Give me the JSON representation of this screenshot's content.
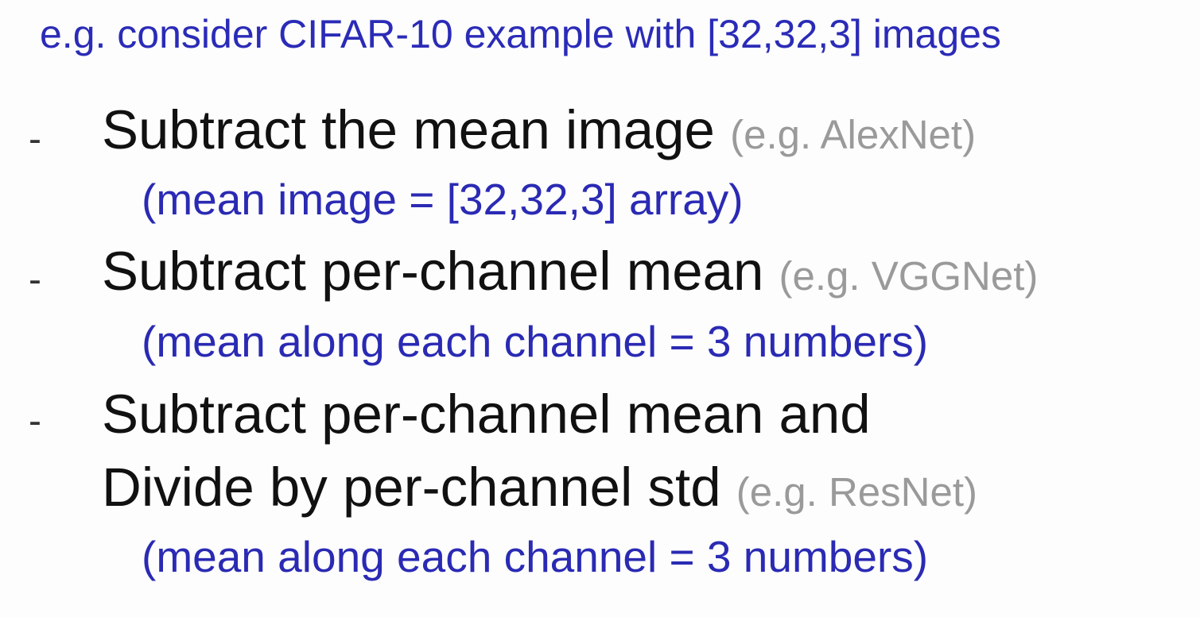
{
  "heading": "e.g. consider CIFAR-10 example with [32,32,3] images",
  "bullets": [
    {
      "marker": "-",
      "text": "Subtract the mean image",
      "example": "(e.g. AlexNet)",
      "detail": "(mean image = [32,32,3] array)"
    },
    {
      "marker": "-",
      "text": "Subtract per-channel mean",
      "example": "(e.g. VGGNet)",
      "detail": "(mean along each channel = 3 numbers)"
    },
    {
      "marker": "-",
      "text_line1": "Subtract per-channel mean and",
      "text_line2": "Divide by per-channel std",
      "example": "(e.g. ResNet)",
      "detail": "(mean along each channel = 3 numbers)"
    }
  ],
  "colors": {
    "heading": "#2b2bb8",
    "body_text": "#111111",
    "example_note": "#9a9a9a",
    "detail": "#2a2ab4"
  }
}
